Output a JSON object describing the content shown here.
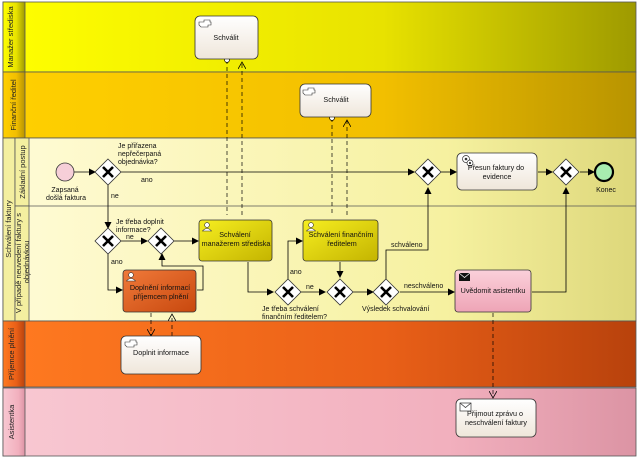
{
  "pool": {
    "label": "Schválení faktury",
    "sublane_label": "V případě neuvedení faktury s objednávkou"
  },
  "lanes": {
    "manager": "Manažer střediska",
    "cfo": "Finanční ředitel",
    "main": "Základní postup",
    "recipient": "Příjemce plnění",
    "assistant": "Asistentka"
  },
  "tasks": {
    "approve_manager": "Schválit",
    "approve_cfo": "Schválit",
    "transfer": [
      "Přesun faktury do",
      "evidence"
    ],
    "manager_approval": [
      "Schválení",
      "manažerem střediska"
    ],
    "cfo_approval": [
      "Schválení finančním",
      "ředitelem"
    ],
    "complete_info_sub": [
      "Doplnění informací",
      "příjemcem plnění"
    ],
    "notify_assistant": "Uvědomit asistentku",
    "complete_info": "Doplnit informace",
    "receive_message": [
      "Přijmout zprávu o",
      "neschválení faktury"
    ]
  },
  "events": {
    "start": [
      "Zapsaná",
      "došlá faktura"
    ],
    "end": "Konec"
  },
  "labels": {
    "q_assigned": [
      "Je přiřazena",
      "nepřečerpaná",
      "objednávka?"
    ],
    "ano_top": "ano",
    "ne_main": "ne",
    "q_complete": [
      "Je třeba doplnit",
      "informace?"
    ],
    "ne_sub": "ne",
    "ano_sub": "ano",
    "ano_cfo": "ano",
    "ne_cfo": "ne",
    "q_cfo": [
      "Je třeba schválení",
      "finančním ředitelem?"
    ],
    "schvaleno": "schváleno",
    "neschvaleno": "neschváleno",
    "vysledek": "Výsledek schvalování"
  },
  "colors": {
    "manager_lane": "#c9c400",
    "cfo_lane": "#f0c000",
    "main_lane": "#f4f0a8",
    "recipient_lane": "#f06a1a",
    "assistant_lane": "#f2b2bf",
    "task_yellow": "#e6d800",
    "task_orange": "#e05a1c",
    "task_pink": "#f4b8c6",
    "task_white": "#f8f2ea"
  }
}
